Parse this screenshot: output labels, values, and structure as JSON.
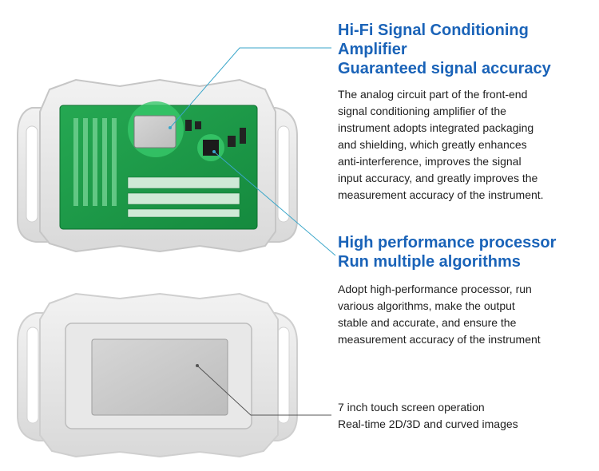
{
  "features": [
    {
      "heading_lines": [
        "Hi-Fi Signal Conditioning",
        "Amplifier",
        "Guaranteed signal accuracy"
      ],
      "body_lines": [
        "The analog circuit part of the front-end",
        "signal conditioning amplifier of the",
        "instrument adopts integrated packaging",
        "and shielding, which greatly enhances",
        "anti-interference, improves the signal",
        "input accuracy, and greatly improves the",
        "measurement accuracy of the instrument."
      ]
    },
    {
      "heading_lines": [
        "High performance processor",
        "Run multiple algorithms"
      ],
      "body_lines": [
        "Adopt high-performance processor, run",
        "various algorithms, make the output",
        "stable and accurate, and ensure the",
        "measurement accuracy of the instrument"
      ]
    },
    {
      "heading_lines": [],
      "body_lines": [
        "7 inch touch screen operation",
        "Real-time 2D/3D and curved images"
      ]
    }
  ],
  "colors": {
    "heading": "#1a63b8",
    "callout_line": "#3aa6c9",
    "pcb": "#1f9a4a",
    "highlight": "#37c86a",
    "case": "#e6e6e6"
  }
}
